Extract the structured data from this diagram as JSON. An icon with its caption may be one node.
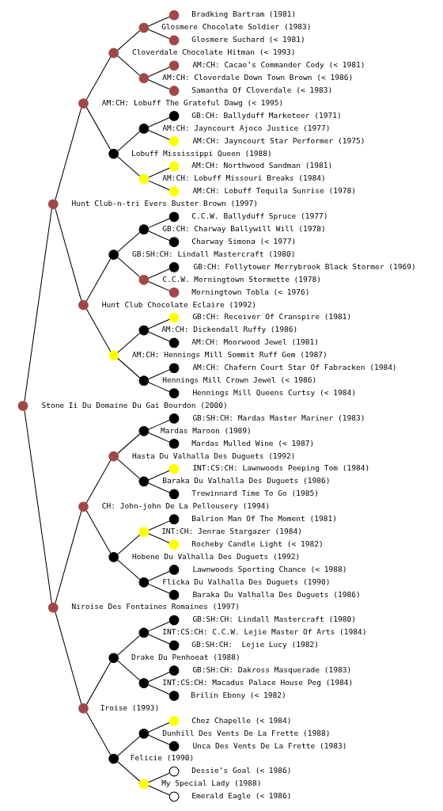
{
  "diagram": {
    "nodes": [
      {
        "text": [
          "Bradking Bartram (1981)"
        ]
      },
      {
        "text": [
          "Glosmere Chocolate Soldier (1983)"
        ]
      },
      {
        "text": [
          "Glosmere Suchard (< 1981)"
        ]
      },
      {
        "text": [
          "Cloverdale Chocolate Hitman (< 1993)"
        ]
      },
      {
        "text": [
          "AM:CH: Cacao’s Commander Cody (< 1981)"
        ]
      },
      {
        "text": [
          "AM:CH: Cloverdale Down Town Brown (< 1986)"
        ]
      },
      {
        "text": [
          "Samantha Of Cloverdale (< 1983)"
        ]
      },
      {
        "text": [
          "AM:CH: Lobuff The Grateful Dawg (< 1995)"
        ]
      },
      {
        "text": [
          "GB:CH: Ballyduff Marketeer (1971)"
        ]
      },
      {
        "text": [
          "AM:CH: Jayncourt Ajoco Justice (1977)"
        ]
      },
      {
        "text": [
          "AM:CH: Jayncourt Star Performer (1975)"
        ]
      },
      {
        "text": [
          "Lobuff Mississippi Queen (1988)"
        ]
      },
      {
        "text": [
          "AM:CH: Northwood Sandman (1981)"
        ]
      },
      {
        "text": [
          "AM:CH: Lobuff Missouri Breaks (1984)"
        ]
      },
      {
        "text": [
          "AM:CH: Lobuff Tequila Sunrise (1978)"
        ]
      },
      {
        "text": [
          "Hunt Club-n-tri Evers Buster Brown (1997)"
        ]
      },
      {
        "text": [
          "C.C.W. Ballyduff Spruce (1977)"
        ]
      },
      {
        "text": [
          "GB:CH: Charway Ballywill Will (1978)"
        ]
      },
      {
        "text": [
          "Charway Simona (< 1977)"
        ]
      },
      {
        "text": [
          "GB:SH:CH: Lindall Mastercraft (1980)"
        ]
      },
      {
        "text": [
          "GB:CH: Follytower Merrybrook Black Stormer (1969)"
        ]
      },
      {
        "text": [
          "C.C.W. Morningtown Stormette (1978)"
        ]
      },
      {
        "text": [
          "Morningtown Tobla (< 1976)"
        ]
      },
      {
        "text": [
          "Hunt Club Chocolate Eclaire (1992)"
        ]
      },
      {
        "text": [
          "GB:CH: Receiver Of Cranspire (1981)"
        ]
      },
      {
        "text": [
          "AM:CH: Dickendall Ruffy (1986)"
        ]
      },
      {
        "text": [
          "AM:CH: Moorwood Jewel (1981)"
        ]
      },
      {
        "text": [
          "AM:CH: Hennings Mill Sommit Ruff Gem (1987)"
        ]
      },
      {
        "text": [
          "AM:CH: Chafern Court Star Of Fabracken (1984)"
        ]
      },
      {
        "text": [
          "Hennings Mill Crown Jewel (< 1986)"
        ]
      },
      {
        "text": [
          "Hennings Mill Queens Curtsy (< 1984)"
        ]
      },
      {
        "text": [
          "Stone Ii Du Domaine Du Gai Bourdon (2000)"
        ]
      },
      {
        "text": [
          "GB:SH:CH: Mardas Master Mariner (1983)"
        ]
      },
      {
        "text": [
          "Mardas Maroon (1989)"
        ]
      },
      {
        "text": [
          "Mardas Mulled Wine (< 1987)"
        ]
      },
      {
        "text": [
          "Hasta Du Valhalla Des Duguets (1992)"
        ]
      },
      {
        "text": [
          "INT:CS:CH: Lawnwoods Peeping Tom (1984)"
        ]
      },
      {
        "text": [
          "Baraka Du Valhalla Des Duguets (1986)"
        ]
      },
      {
        "text": [
          "Trewinnard Time To Go (1985)"
        ]
      },
      {
        "text": [
          "CH: John-john De La Pellousery (1994)"
        ]
      },
      {
        "text": [
          "Balrion Man Of The Moment (1981)"
        ]
      },
      {
        "text": [
          "INT:CH: Jenrae Stargazer (1984)"
        ]
      },
      {
        "text": [
          "Rocheby Candle Light (< 1982)"
        ]
      },
      {
        "text": [
          "Hobene Du Valhalla Des Duguets (1992)"
        ]
      },
      {
        "text": [
          "Lawnwoods Sporting Chance (< 1988)"
        ]
      },
      {
        "text": [
          "Flicka Du Valhalla Des Duguets (1990)"
        ]
      },
      {
        "text": [
          "Baraka Du Valhalla Des Duguets (1986)"
        ]
      },
      {
        "text": [
          "Niroise Des Fontaines Romaines (1997)"
        ]
      },
      {
        "text": [
          "GB:SH:CH: Lindall Mastercraft (1980)"
        ]
      },
      {
        "text": [
          "INT:CS:CH: C.C.W. Lejie Master Of Arts (1984)"
        ]
      },
      {
        "text": [
          "GB:SH:CH:  Lejie Lucy (1982)"
        ]
      },
      {
        "text": [
          "Drake Du Penhoeat (1988)"
        ]
      },
      {
        "text": [
          "GB:SH:CH: Dakross Masquerade (1983)"
        ]
      },
      {
        "text": [
          "INT:CS:CH: Macadus Palace House Peg (1984)"
        ]
      },
      {
        "text": [
          "Brilin Ebony (< 1982)"
        ]
      },
      {
        "text": [
          "Iroise (1993)"
        ]
      },
      {
        "text": [
          "Chez Chapelle (< 1984)"
        ]
      },
      {
        "text": [
          "Dunhill Des Vents De La Frette (1988)"
        ]
      },
      {
        "text": [
          "Unca Des Vents De La Frette (1983)"
        ]
      },
      {
        "text": [
          "Felicie (1990)"
        ]
      },
      {
        "text": [
          "Dessie’s Goal (< 1986)"
        ]
      },
      {
        "text": [
          "My Special Lady (1988)"
        ]
      },
      {
        "text": [
          "Emerald Eagle (< 1986)"
        ]
      }
    ],
    "edges": [
      {
        "from": 31,
        "to": 15,
        "arrow": "none"
      },
      {
        "from": 15,
        "to": 7,
        "arrow": "none"
      },
      {
        "from": 7,
        "to": 3,
        "arrow": "none"
      },
      {
        "from": 3,
        "to": 1,
        "arrow": "none"
      },
      {
        "from": 1,
        "to": 0,
        "arrow": "none"
      },
      {
        "from": 1,
        "to": 2,
        "arrow": "none"
      },
      {
        "from": 3,
        "to": 5,
        "arrow": "none"
      },
      {
        "from": 5,
        "to": 4,
        "arrow": "none"
      },
      {
        "from": 5,
        "to": 6,
        "arrow": "none"
      },
      {
        "from": 7,
        "to": 11,
        "arrow": "none"
      },
      {
        "from": 11,
        "to": 9,
        "arrow": "none"
      },
      {
        "from": 9,
        "to": 8,
        "arrow": "none"
      },
      {
        "from": 9,
        "to": 10,
        "arrow": "none"
      },
      {
        "from": 11,
        "to": 13,
        "arrow": "none"
      },
      {
        "from": 13,
        "to": 12,
        "arrow": "none"
      },
      {
        "from": 13,
        "to": 14,
        "arrow": "none"
      },
      {
        "from": 15,
        "to": 23,
        "arrow": "none"
      },
      {
        "from": 23,
        "to": 19,
        "arrow": "none"
      },
      {
        "from": 19,
        "to": 17,
        "arrow": "none"
      },
      {
        "from": 17,
        "to": 16,
        "arrow": "none"
      },
      {
        "from": 17,
        "to": 18,
        "arrow": "none"
      },
      {
        "from": 19,
        "to": 21,
        "arrow": "none"
      },
      {
        "from": 21,
        "to": 20,
        "arrow": "none"
      },
      {
        "from": 21,
        "to": 22,
        "arrow": "none"
      },
      {
        "from": 23,
        "to": 27,
        "arrow": "none"
      },
      {
        "from": 27,
        "to": 25,
        "arrow": "none"
      },
      {
        "from": 25,
        "to": 24,
        "arrow": "none"
      },
      {
        "from": 25,
        "to": 26,
        "arrow": "none"
      },
      {
        "from": 27,
        "to": 29,
        "arrow": "none"
      },
      {
        "from": 29,
        "to": 28,
        "arrow": "none"
      },
      {
        "from": 29,
        "to": 30,
        "arrow": "none"
      },
      {
        "from": 31,
        "to": 47,
        "arrow": "none"
      },
      {
        "from": 47,
        "to": 39,
        "arrow": "none"
      },
      {
        "from": 39,
        "to": 35,
        "arrow": "none"
      },
      {
        "from": 35,
        "to": 33,
        "arrow": "none"
      },
      {
        "from": 33,
        "to": 32,
        "arrow": "none"
      },
      {
        "from": 33,
        "to": 34,
        "arrow": "none"
      },
      {
        "from": 35,
        "to": 37,
        "arrow": "none"
      },
      {
        "from": 37,
        "to": 36,
        "arrow": "none"
      },
      {
        "from": 37,
        "to": 38,
        "arrow": "none"
      },
      {
        "from": 39,
        "to": 43,
        "arrow": "none"
      },
      {
        "from": 43,
        "to": 41,
        "arrow": "none"
      },
      {
        "from": 41,
        "to": 40,
        "arrow": "none"
      },
      {
        "from": 41,
        "to": 42,
        "arrow": "none"
      },
      {
        "from": 43,
        "to": 45,
        "arrow": "none"
      },
      {
        "from": 45,
        "to": 44,
        "arrow": "none"
      },
      {
        "from": 45,
        "to": 46,
        "arrow": "none"
      },
      {
        "from": 47,
        "to": 55,
        "arrow": "none"
      },
      {
        "from": 55,
        "to": 51,
        "arrow": "none"
      },
      {
        "from": 51,
        "to": 49,
        "arrow": "none"
      },
      {
        "from": 49,
        "to": 48,
        "arrow": "none"
      },
      {
        "from": 49,
        "to": 50,
        "arrow": "none"
      },
      {
        "from": 51,
        "to": 53,
        "arrow": "none"
      },
      {
        "from": 53,
        "to": 52,
        "arrow": "none"
      },
      {
        "from": 53,
        "to": 54,
        "arrow": "none"
      },
      {
        "from": 55,
        "to": 59,
        "arrow": "none"
      },
      {
        "from": 59,
        "to": 57,
        "arrow": "none"
      },
      {
        "from": 57,
        "to": 56,
        "arrow": "none"
      },
      {
        "from": 57,
        "to": 58,
        "arrow": "none"
      },
      {
        "from": 59,
        "to": 61,
        "arrow": "none"
      },
      {
        "from": 61,
        "to": 60,
        "arrow": "none"
      },
      {
        "from": 61,
        "to": 62,
        "arrow": "none"
      }
    ]
  }
}
